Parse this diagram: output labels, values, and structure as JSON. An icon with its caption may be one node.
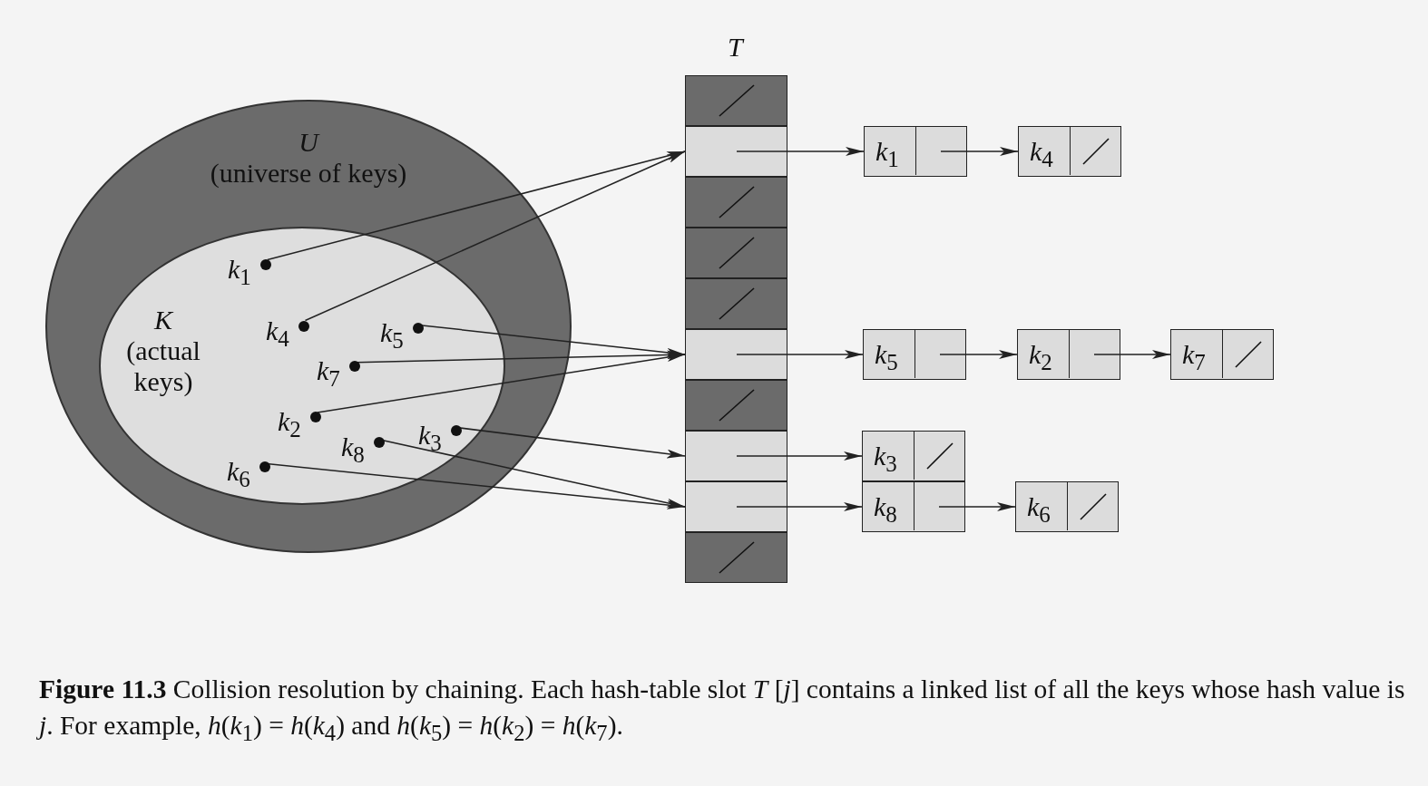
{
  "diagram": {
    "caption": "**Figure 11.3** Collision resolution by chaining. Each hash-table slot *T* [*j*] contains a linked list of all the keys whose hash value is *j*. For example, *h*(*k*$_{1}$) = *h*(*k*$_{4}$) and *h*(*k*$_{5}$) = *h*(*k*$_{2}$) = *h*(*k*$_{7}$).",
    "nodes": [
      {
        "text": [
          "*U*",
          "(universe of keys)"
        ]
      },
      {
        "text": [
          "*K*",
          "(actual keys)"
        ],
        "in": 0
      },
      {
        "text": [
          "*k*$_{1}$"
        ],
        "in": 1
      },
      {
        "text": [
          "*k*$_{4}$"
        ],
        "in": 1
      },
      {
        "text": [
          "*k*$_{5}$"
        ],
        "in": 1
      },
      {
        "text": [
          "*k*$_{7}$"
        ],
        "in": 1
      },
      {
        "text": [
          "*k*$_{2}$"
        ],
        "in": 1
      },
      {
        "text": [
          "*k*$_{3}$"
        ],
        "in": 1
      },
      {
        "text": [
          "*k*$_{8}$"
        ],
        "in": 1
      },
      {
        "text": [
          "*k*$_{6}$"
        ],
        "in": 1
      },
      {
        "text": [
          "*T*"
        ]
      },
      {
        "text": [],
        "shape": "box",
        "in": 10
      },
      {
        "text": [],
        "shape": "box",
        "in": 10
      },
      {
        "text": [],
        "shape": "box",
        "in": 10
      },
      {
        "text": [],
        "shape": "box",
        "in": 10
      },
      {
        "text": [],
        "shape": "box",
        "in": 10
      },
      {
        "text": [],
        "shape": "box",
        "in": 10
      },
      {
        "text": [],
        "shape": "box",
        "in": 10
      },
      {
        "text": [],
        "shape": "box",
        "in": 10
      },
      {
        "text": [],
        "shape": "box",
        "in": 10
      },
      {
        "text": [],
        "shape": "box",
        "in": 10
      },
      {
        "text": [
          "*k*$_{1}$"
        ]
      },
      {
        "text": [
          "*k*$_{4}$"
        ]
      },
      {
        "text": [
          "*k*$_{5}$"
        ]
      },
      {
        "text": [
          "*k*$_{2}$"
        ]
      },
      {
        "text": [
          "*k*$_{7}$"
        ]
      },
      {
        "text": [
          "*k*$_{3}$"
        ]
      },
      {
        "text": [
          "*k*$_{8}$"
        ]
      },
      {
        "text": [
          "*k*$_{6}$"
        ]
      }
    ],
    "edges": [
      {
        "from": 2,
        "to": 12,
        "arrow": "to"
      },
      {
        "from": 3,
        "to": 12,
        "arrow": "to"
      },
      {
        "from": 4,
        "to": 16,
        "arrow": "to"
      },
      {
        "from": 5,
        "to": 16,
        "arrow": "to"
      },
      {
        "from": 6,
        "to": 16,
        "arrow": "to"
      },
      {
        "from": 7,
        "to": 18,
        "arrow": "to"
      },
      {
        "from": 8,
        "to": 19,
        "arrow": "to"
      },
      {
        "from": 9,
        "to": 19,
        "arrow": "to"
      },
      {
        "from": 12,
        "to": 21,
        "arrow": "to"
      },
      {
        "from": 21,
        "to": 22,
        "arrow": "to"
      },
      {
        "from": 16,
        "to": 23,
        "arrow": "to"
      },
      {
        "from": 23,
        "to": 24,
        "arrow": "to"
      },
      {
        "from": 24,
        "to": 25,
        "arrow": "to"
      },
      {
        "from": 18,
        "to": 26,
        "arrow": "to"
      },
      {
        "from": 19,
        "to": 27,
        "arrow": "to"
      },
      {
        "from": 27,
        "to": 28,
        "arrow": "to"
      }
    ]
  }
}
